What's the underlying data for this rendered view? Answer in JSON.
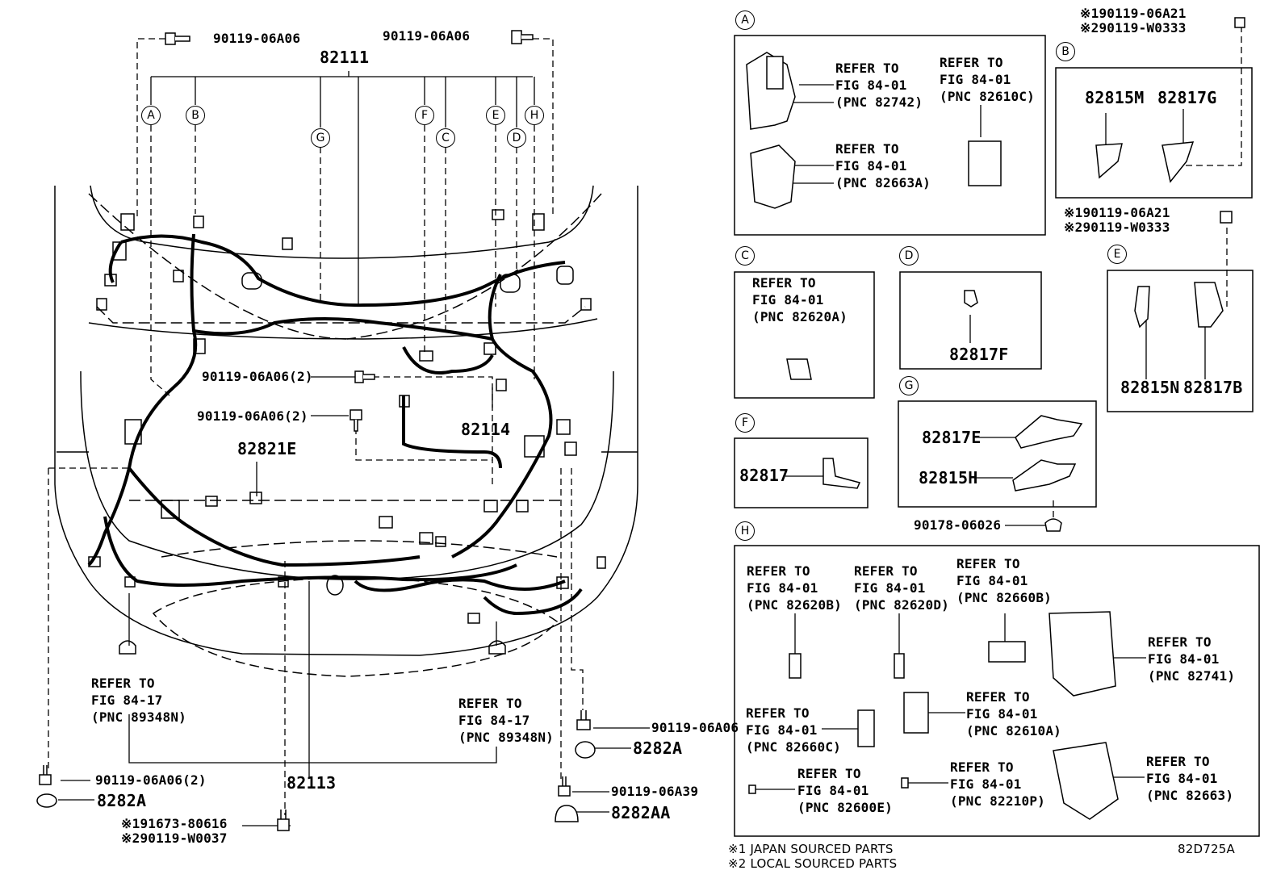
{
  "diagram": {
    "code": "82D725A",
    "main_part": "82111",
    "bolt_a06_top_left": "90119-06A06",
    "bolt_a06_top_right": "90119-06A06",
    "bolt_a06_2_mid": "90119-06A06(2)",
    "bolt_a06_2_mid2": "90119-06A06(2)",
    "part_82114": "82114",
    "part_82821E": "82821E",
    "part_82113": "82113",
    "refer_left": "REFER TO\nFIG 84-17\n(PNC 89348N)",
    "refer_right": "REFER TO\nFIG 84-17\n(PNC 89348N)",
    "bottom_left": {
      "bolt": "90119-06A06(2)",
      "clip": "8282A",
      "note1": "※191673-80616",
      "note2": "※290119-W0037"
    },
    "bottom_right": {
      "bolt1": "90119-06A06",
      "clip1": "8282A",
      "bolt2": "90119-06A39",
      "clip2": "8282AA"
    },
    "circle_labels": [
      "A",
      "B",
      "G",
      "F",
      "C",
      "E",
      "D",
      "H"
    ]
  },
  "panels": {
    "A": {
      "label": "A",
      "ref1": "REFER TO\nFIG 84-01\n(PNC 82742)",
      "ref2": "REFER TO\nFIG 84-01\n(PNC 82610C)",
      "ref3": "REFER TO\nFIG 84-01\n(PNC 82663A)"
    },
    "B": {
      "label": "B",
      "note_top1": "※190119-06A21",
      "note_top2": "※290119-W0333",
      "part1": "82815M",
      "part2": "82817G",
      "note_bot1": "※190119-06A21",
      "note_bot2": "※290119-W0333"
    },
    "C": {
      "label": "C",
      "ref": "REFER TO\nFIG 84-01\n(PNC 82620A)"
    },
    "D": {
      "label": "D",
      "part": "82817F"
    },
    "E": {
      "label": "E",
      "part1": "82815N",
      "part2": "82817B"
    },
    "F": {
      "label": "F",
      "part": "82817"
    },
    "G": {
      "label": "G",
      "part1": "82817E",
      "part2": "82815H",
      "clip": "90178-06026"
    },
    "H": {
      "label": "H",
      "r1": "REFER TO\nFIG 84-01\n(PNC 82620B)",
      "r2": "REFER TO\nFIG 84-01\n(PNC 82620D)",
      "r3": "REFER TO\nFIG 84-01\n(PNC 82660B)",
      "r4": "REFER TO\nFIG 84-01\n(PNC 82741)",
      "r5": "REFER TO\nFIG 84-01\n(PNC 82660C)",
      "r6": "REFER TO\nFIG 84-01\n(PNC 82610A)",
      "r7": "REFER TO\nFIG 84-01\n(PNC 82600E)",
      "r8": "REFER TO\nFIG 84-01\n(PNC 82210P)",
      "r9": "REFER TO\nFIG 84-01\n(PNC 82663)"
    }
  },
  "legend": {
    "line1": "※1 JAPAN SOURCED PARTS",
    "line2": "※2 LOCAL SOURCED PARTS"
  }
}
